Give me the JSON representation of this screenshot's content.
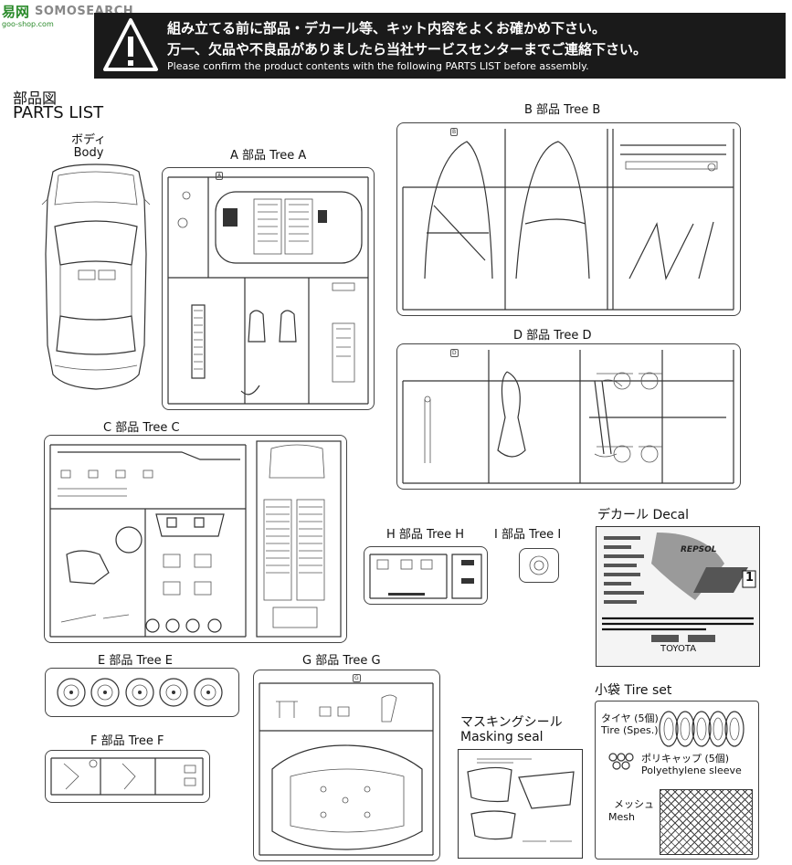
{
  "watermark": {
    "logo_text": "SOMOSEARCH",
    "brand_cn": "易网",
    "url": "goo-shop.com"
  },
  "warning": {
    "line1": "組み立てる前に部品・デカール等、キット内容をよくお確かめ下さい。",
    "line2": "万一、欠品や不良品がありましたら当社サービスセンターまでご連絡下さい。",
    "line3": "Please confirm the product contents with the following PARTS LIST before assembly."
  },
  "heading": {
    "jp": "部品図",
    "en": "PARTS LIST"
  },
  "parts": {
    "body": {
      "jp": "ボディ",
      "en": "Body"
    },
    "tree_a": "A 部品 Tree A",
    "tree_b": "B 部品 Tree B",
    "tree_c": "C 部品 Tree C",
    "tree_d": "D 部品 Tree D",
    "tree_e": "E 部品 Tree E",
    "tree_f": "F 部品 Tree F",
    "tree_g": "G 部品 Tree G",
    "tree_h": "H 部品 Tree H",
    "tree_i": "I 部品 Tree I",
    "decal": "デカール Decal",
    "masking": {
      "jp": "マスキングシール",
      "en": "Masking seal"
    },
    "tire_set": {
      "title": "小袋 Tire set",
      "tire_jp": "タイヤ (5個)",
      "tire_en": "Tire (Spes.)",
      "poly_jp": "ポリキャップ (5個)",
      "poly_en": "Polyethylene sleeve",
      "mesh_jp": "メッシュ",
      "mesh_en": "Mesh"
    }
  },
  "decal_content": {
    "brand": "TOYOTA",
    "sponsor": "REPSOL",
    "number": "1"
  },
  "frame_tags": {
    "a": "A",
    "b": "B",
    "d": "D",
    "g": "G"
  }
}
